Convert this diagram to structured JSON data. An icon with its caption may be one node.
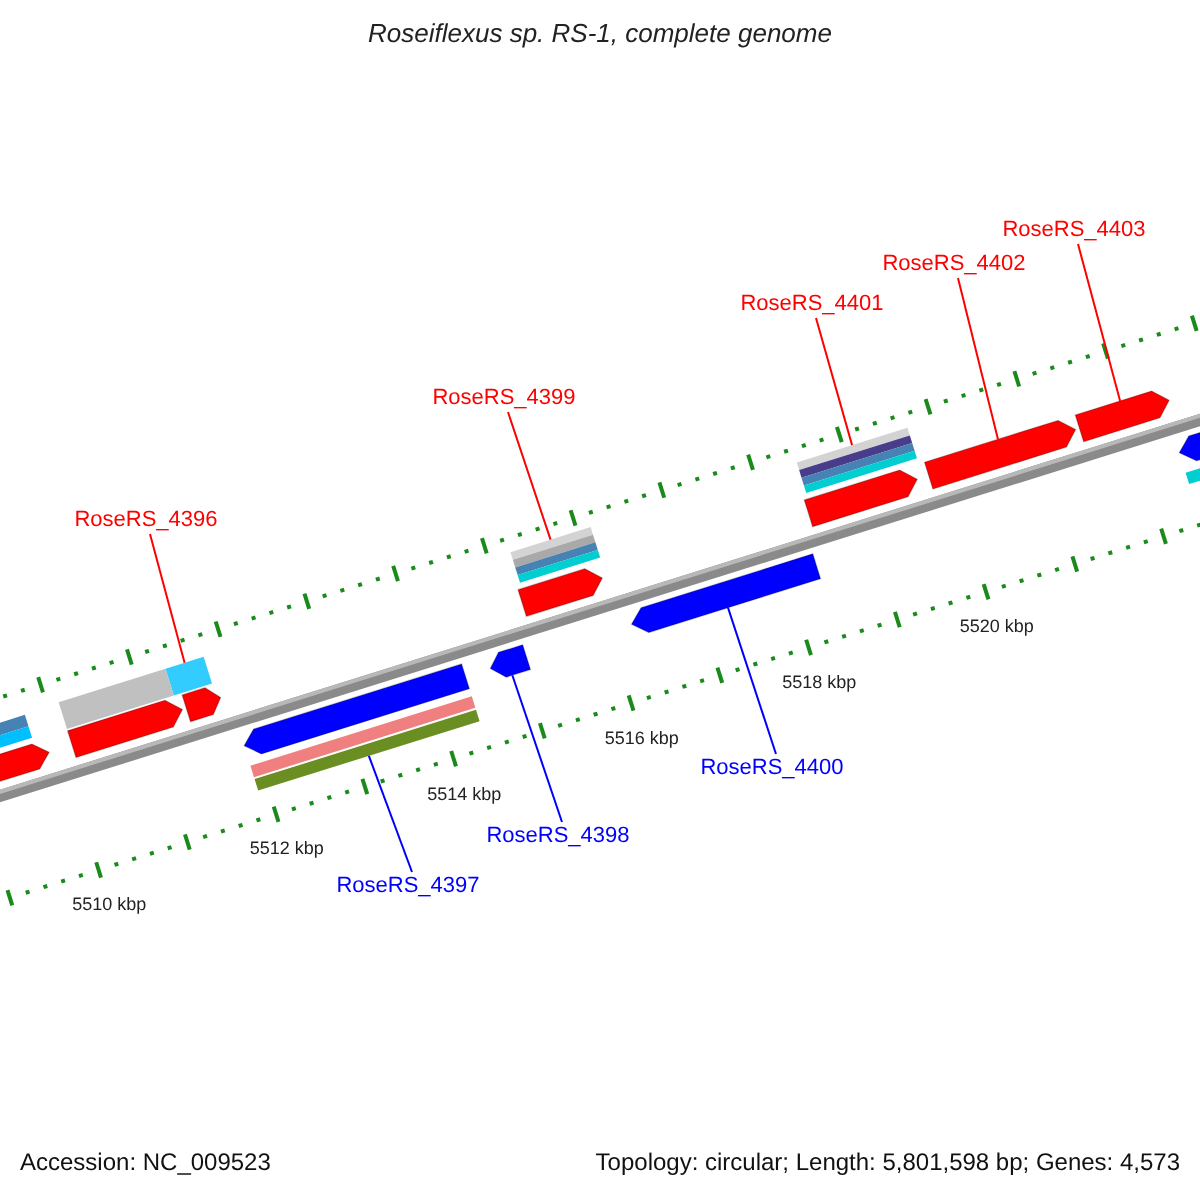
{
  "diagram": {
    "title": "Roseiflexus sp. RS-1, complete genome",
    "nodes": [
      {
        "text": [
          "RoseRS_4403"
        ]
      },
      {
        "text": [
          "RoseRS_4402"
        ]
      },
      {
        "text": [
          "RoseRS_4401"
        ]
      },
      {
        "text": [
          "RoseRS_4399"
        ]
      },
      {
        "text": [
          "RoseRS_4396"
        ]
      },
      {
        "text": [
          "RoseRS_4400"
        ]
      },
      {
        "text": [
          "RoseRS_4398"
        ]
      },
      {
        "text": [
          "RoseRS_4397"
        ]
      },
      {
        "text": [],
        "shape": "bar"
      },
      {
        "text": [],
        "shape": "bar"
      },
      {
        "text": [],
        "shape": "arrow"
      },
      {
        "text": [],
        "shape": "bar"
      },
      {
        "text": [],
        "shape": "arrow"
      },
      {
        "text": [],
        "shape": "bar"
      },
      {
        "text": [],
        "shape": "arrow"
      },
      {
        "text": [],
        "shape": "arrow"
      },
      {
        "text": [],
        "shape": "arrow"
      },
      {
        "text": [],
        "shape": "arrow"
      },
      {
        "text": [],
        "shape": "arrow"
      },
      {
        "text": [],
        "shape": "arrow"
      },
      {
        "text": [],
        "shape": "arrow"
      },
      {
        "text": [],
        "shape": "arrow"
      },
      {
        "text": [],
        "shape": "arrow"
      },
      {
        "text": [],
        "shape": "bar"
      },
      {
        "text": [],
        "shape": "bar"
      },
      {
        "text": [],
        "shape": "bar"
      },
      {
        "text": [],
        "shape": "bar"
      }
    ],
    "edges": [
      {
        "from": 0,
        "to": 15,
        "arrow": "none"
      },
      {
        "from": 1,
        "to": 14,
        "arrow": "none"
      },
      {
        "from": 2,
        "to": 13,
        "arrow": "none"
      },
      {
        "from": 3,
        "to": 11,
        "arrow": "none"
      },
      {
        "from": 4,
        "to": 8,
        "arrow": "none"
      },
      {
        "from": 5,
        "to": 12,
        "arrow": "none",
        "color": "#0000ff"
      },
      {
        "from": 6,
        "to": 10,
        "arrow": "none",
        "color": "#0000ff"
      },
      {
        "from": 7,
        "to": 9,
        "arrow": "none",
        "color": "#0000ff"
      }
    ],
    "labels": [
      "5510 kbp",
      "5512 kbp",
      "5514 kbp",
      "5516 kbp",
      "5518 kbp",
      "5520 kbp",
      "Accession: NC_009523",
      "Topology: circular; Length: 5,801,598 bp; Genes: 4,573"
    ]
  }
}
